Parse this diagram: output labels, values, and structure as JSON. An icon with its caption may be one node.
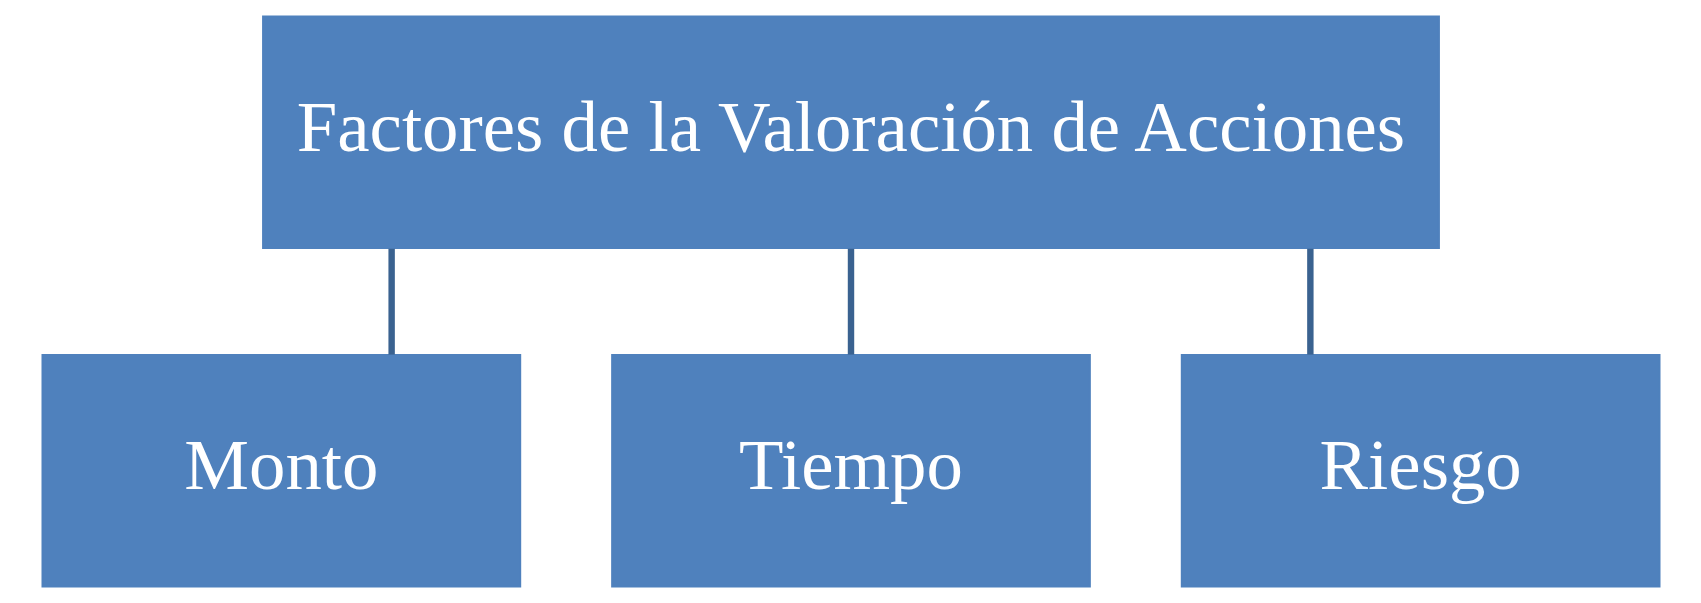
{
  "diagram": {
    "nodes": [
      {
        "text": [
          "Factores de la Valoración de Acciones"
        ]
      },
      {
        "text": [
          "Monto"
        ]
      },
      {
        "text": [
          "Tiempo"
        ]
      },
      {
        "text": [
          "Riesgo"
        ]
      }
    ],
    "edges": [
      {
        "from": 0,
        "to": 1,
        "arrow": "none"
      },
      {
        "from": 0,
        "to": 2,
        "arrow": "none"
      },
      {
        "from": 0,
        "to": 3,
        "arrow": "none"
      }
    ]
  }
}
